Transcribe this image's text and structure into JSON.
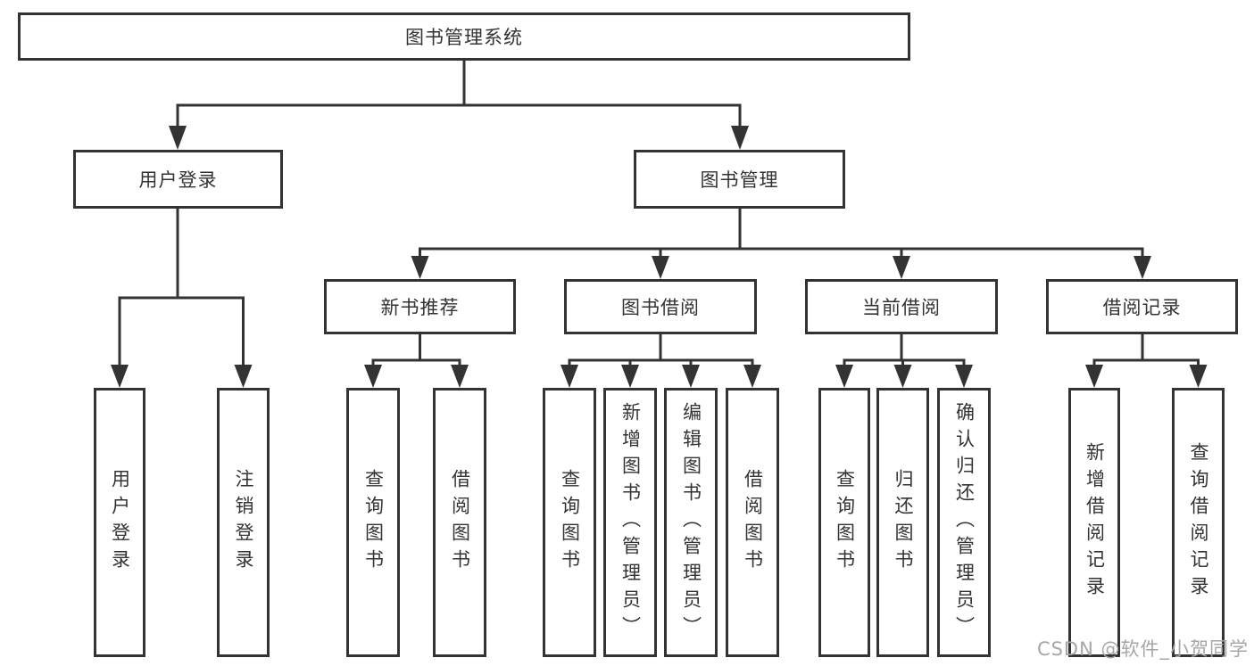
{
  "title": "图书管理系统",
  "watermark": "CSDN @软件_小贺同学",
  "colors": {
    "line": "#333333",
    "box_border": "#333333",
    "box_fill": "#ffffff",
    "text": "#333333",
    "watermark": "#a6a6a6"
  },
  "tree": {
    "label": "图书管理系统",
    "children": [
      {
        "label": "用户登录",
        "children": [
          {
            "label": "用户登录"
          },
          {
            "label": "注销登录"
          }
        ]
      },
      {
        "label": "图书管理",
        "children": [
          {
            "label": "新书推荐",
            "children": [
              {
                "label": "查询图书"
              },
              {
                "label": "借阅图书"
              }
            ]
          },
          {
            "label": "图书借阅",
            "children": [
              {
                "label": "查询图书"
              },
              {
                "label": "新增图书（管理员）"
              },
              {
                "label": "编辑图书（管理员）"
              },
              {
                "label": "借阅图书"
              }
            ]
          },
          {
            "label": "当前借阅",
            "children": [
              {
                "label": "查询图书"
              },
              {
                "label": "归还图书"
              },
              {
                "label": "确认归还（管理员）"
              }
            ]
          },
          {
            "label": "借阅记录",
            "children": [
              {
                "label": "新增借阅记录"
              },
              {
                "label": "查询借阅记录"
              }
            ]
          }
        ]
      }
    ]
  }
}
